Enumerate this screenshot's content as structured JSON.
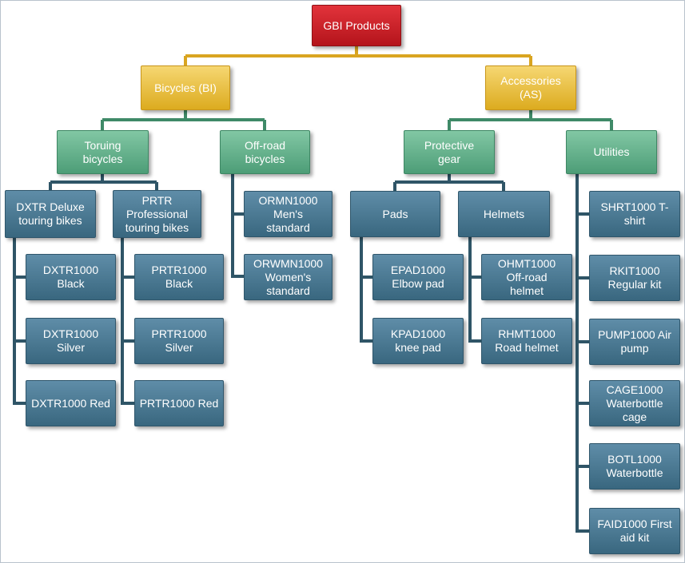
{
  "colors": {
    "root": "#c4161c",
    "category": "#e9c037",
    "subcategory": "#5fae88",
    "item": "#4a7690",
    "connector_gold": "#d9a521",
    "connector_green": "#3f8a68",
    "connector_blue": "#2f5567"
  },
  "nodes": {
    "root": "GBI Products",
    "bicycles": "Bicycles (BI)",
    "accessories": "Accessories\n(AS)",
    "touring": "Toruing\nbicycles",
    "offroad": "Off-road\nbicycles",
    "protective": "Protective\ngear",
    "utilities": "Utilities",
    "dxtr_group": "DXTR Deluxe\ntouring bikes",
    "prtr_group": "PRTR\nProfessional\ntouring bikes",
    "ormn1000": "ORMN1000\nMen's\nstandard",
    "orwmn1000": "ORWMN1000\nWomen's\nstandard",
    "pads": "Pads",
    "helmets": "Helmets",
    "shrt1000": "SHRT1000 T-\nshirt",
    "rkit1000": "RKIT1000\nRegular kit",
    "pump1000": "PUMP1000 Air\npump",
    "cage1000": "CAGE1000\nWaterbottle\ncage",
    "botl1000": "BOTL1000\nWaterbottle",
    "faid1000": "FAID1000 First\naid kit",
    "dxtr1000_black": "DXTR1000\nBlack",
    "dxtr1000_silver": "DXTR1000\nSilver",
    "dxtr1000_red": "DXTR1000 Red",
    "prtr1000_black": "PRTR1000\nBlack",
    "prtr1000_silver": "PRTR1000\nSilver",
    "prtr1000_red": "PRTR1000 Red",
    "epad1000": "EPAD1000\nElbow pad",
    "kpad1000": "KPAD1000\nknee pad",
    "ohmt1000": "OHMT1000\nOff-road\nhelmet",
    "rhmt1000": "RHMT1000\nRoad helmet"
  }
}
